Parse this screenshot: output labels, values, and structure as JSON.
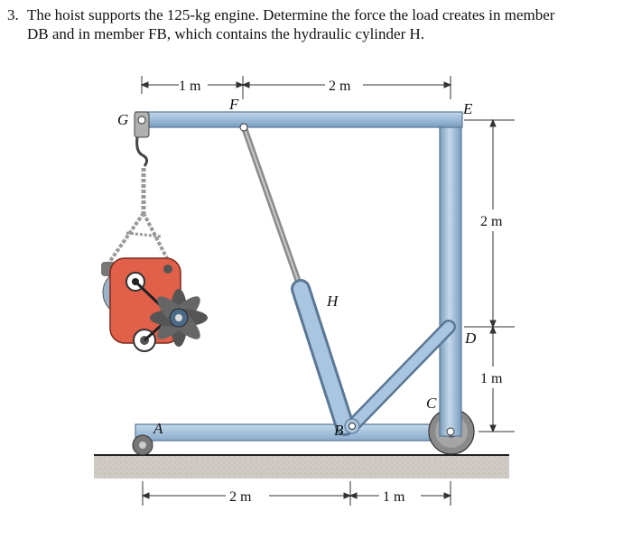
{
  "problem": {
    "number": "3.",
    "line1": "The hoist supports the 125-kg engine. Determine the force the load creates in member",
    "line2": "DB and in member FB, which contains the hydraulic cylinder H."
  },
  "figure": {
    "dims": {
      "top_left": "1 m",
      "top_right": "2 m",
      "right_upper": "2 m",
      "right_lower": "1 m",
      "bottom_left": "2 m",
      "bottom_right": "1 m"
    },
    "points": {
      "G": "G",
      "F": "F",
      "E": "E",
      "H": "H",
      "D": "D",
      "C": "C",
      "B": "B",
      "A": "A"
    },
    "colors": {
      "member": "#9dbcd9",
      "member_edge": "#5a7896",
      "rod": "#8c8c8c",
      "engine": "#e0604a",
      "ground": "#c9c6c0"
    }
  }
}
